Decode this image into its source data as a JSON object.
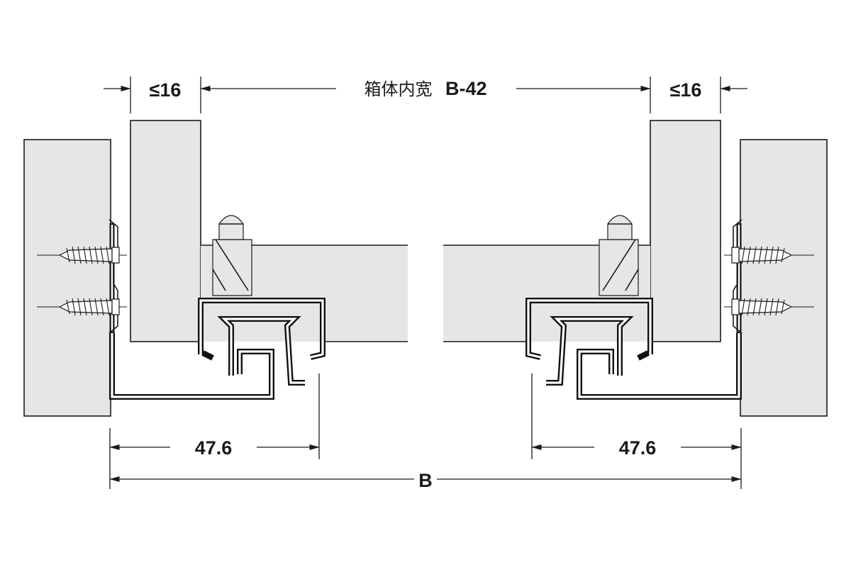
{
  "dimensions": {
    "left_side_gap": "≤16",
    "right_side_gap": "≤16",
    "inner_width_label": "箱体内宽",
    "inner_width_value": "B-42",
    "left_runner_offset": "47.6",
    "right_runner_offset": "47.6",
    "overall_width": "B"
  },
  "colors": {
    "panel_fill": "#e6e6e6",
    "line": "#1a1a1a",
    "rail": "#111111"
  }
}
